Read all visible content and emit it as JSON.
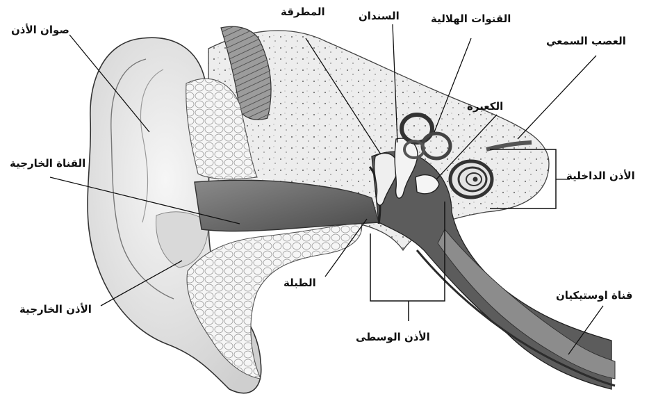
{
  "colors": {
    "background": "#ffffff",
    "skin": "#ececec",
    "skin_shadow": "#bdbdbd",
    "bone": "#f4f4f4",
    "canal": "#6f6f6f",
    "muscle": "#7a7a7a",
    "line": "#111111"
  },
  "labels": {
    "ear_pinna": "صوان الأذن",
    "hammer": "المطرقة",
    "anvil": "السندان",
    "semicircular_canals": "القنوات الهلالية",
    "auditory_nerve": "العصب السمعي",
    "cochlea": "الكعبرة",
    "external_canal": "القناة الخارجية",
    "inner_ear": "الأذن الداخلية",
    "eardrum": "الطبلة",
    "eustachian_tube": "قناة اوستيكيان",
    "outer_ear": "الأذن الخارجية",
    "middle_ear": "الأذن الوسطى"
  }
}
